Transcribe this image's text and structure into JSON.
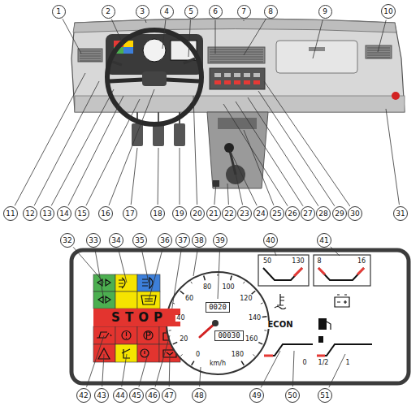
{
  "diagram": {
    "nodes": [
      {
        "text": [
          "1"
        ]
      },
      {
        "text": [
          "2"
        ]
      },
      {
        "text": [
          "3"
        ]
      },
      {
        "text": [
          "4"
        ]
      },
      {
        "text": [
          "5"
        ]
      },
      {
        "text": [
          "6"
        ]
      },
      {
        "text": [
          "7"
        ]
      },
      {
        "text": [
          "8"
        ]
      },
      {
        "text": [
          "9"
        ]
      },
      {
        "text": [
          "10"
        ]
      },
      {
        "text": [
          "11"
        ]
      },
      {
        "text": [
          "12"
        ]
      },
      {
        "text": [
          "13"
        ]
      },
      {
        "text": [
          "14"
        ]
      },
      {
        "text": [
          "15"
        ]
      },
      {
        "text": [
          "16"
        ]
      },
      {
        "text": [
          "17"
        ]
      },
      {
        "text": [
          "18"
        ]
      },
      {
        "text": [
          "19"
        ]
      },
      {
        "text": [
          "20"
        ]
      },
      {
        "text": [
          "21"
        ]
      },
      {
        "text": [
          "22"
        ]
      },
      {
        "text": [
          "23"
        ]
      },
      {
        "text": [
          "24"
        ]
      },
      {
        "text": [
          "25"
        ]
      },
      {
        "text": [
          "26"
        ]
      },
      {
        "text": [
          "27"
        ]
      },
      {
        "text": [
          "28"
        ]
      },
      {
        "text": [
          "29"
        ]
      },
      {
        "text": [
          "30"
        ]
      },
      {
        "text": [
          "31"
        ]
      },
      {
        "text": [
          "32"
        ]
      },
      {
        "text": [
          "33"
        ]
      },
      {
        "text": [
          "34"
        ]
      },
      {
        "text": [
          "35"
        ]
      },
      {
        "text": [
          "36"
        ]
      },
      {
        "text": [
          "37"
        ]
      },
      {
        "text": [
          "38"
        ]
      },
      {
        "text": [
          "39"
        ]
      },
      {
        "text": [
          "40"
        ]
      },
      {
        "text": [
          "41"
        ]
      },
      {
        "text": [
          "42"
        ]
      },
      {
        "text": [
          "43"
        ]
      },
      {
        "text": [
          "44"
        ]
      },
      {
        "text": [
          "45"
        ]
      },
      {
        "text": [
          "46"
        ]
      },
      {
        "text": [
          "47"
        ]
      },
      {
        "text": [
          "48"
        ]
      },
      {
        "text": [
          "49"
        ]
      },
      {
        "text": [
          "50"
        ]
      },
      {
        "text": [
          "51"
        ]
      },
      {
        "text": [
          "STOP"
        ]
      },
      {
        "text": [
          "0020"
        ]
      },
      {
        "text": [
          "00030"
        ]
      }
    ],
    "labels": [
      "0",
      "20",
      "40",
      "60",
      "80",
      "100",
      "120",
      "140",
      "160",
      "180",
      "km/h",
      "ECON",
      "50",
      "130",
      "8",
      "16",
      "0",
      "1/2",
      "1"
    ]
  }
}
